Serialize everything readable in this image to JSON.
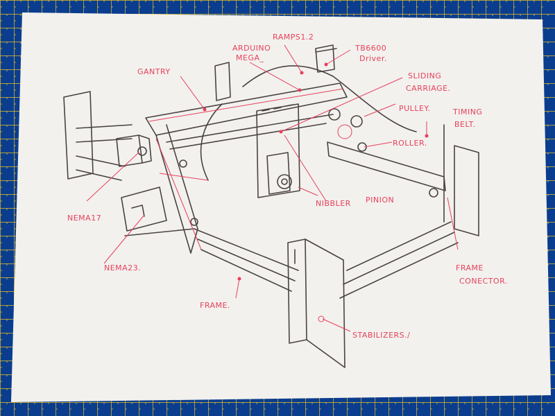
{
  "colors": {
    "mat": "#0b3d8f",
    "grid": "#e6c021",
    "paper": "#f2f1ee",
    "ink": "#4a4242",
    "label": "#e8405a"
  },
  "labels": {
    "arduino": "ARDUINO",
    "mega": "MEGA_",
    "ramps": "RAMPS1.2",
    "tb6600": "TB6600",
    "driver": "Driver.",
    "gantry": "GANTRY",
    "sliding": "SLIDING",
    "carriage": "CARRIAGE.",
    "pulley": "PULLEY.",
    "timing": "TIMING",
    "belt": "BELT.",
    "roller": "ROLLER.",
    "nema17": "NEMA17",
    "nema23": "NEMA23.",
    "nibbler": "NIBBLER",
    "pinion": "PINION",
    "frame": "FRAME.",
    "frame_conn_1": "FRAME",
    "frame_conn_2": "CONECTOR.",
    "stabilizers": "STABILIZERS./"
  }
}
